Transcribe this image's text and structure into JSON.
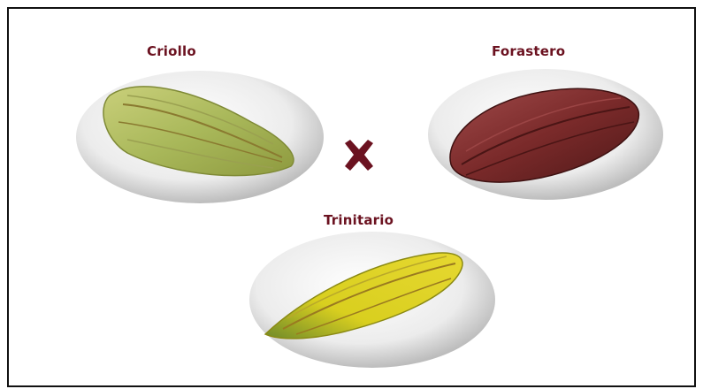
{
  "labels": {
    "criollo": "Criollo",
    "forastero": "Forastero",
    "trinitario": "Trinitario"
  },
  "colors": {
    "label_text": "#6b1220",
    "cross": "#6b1220",
    "criollo_pod": "#a9b85a",
    "forastero_pod": "#7a2a2a",
    "trinitario_pod": "#d9cf1f",
    "sphere": "#e6e6e6"
  },
  "icons": {
    "cross": "multiply-cross-icon"
  }
}
